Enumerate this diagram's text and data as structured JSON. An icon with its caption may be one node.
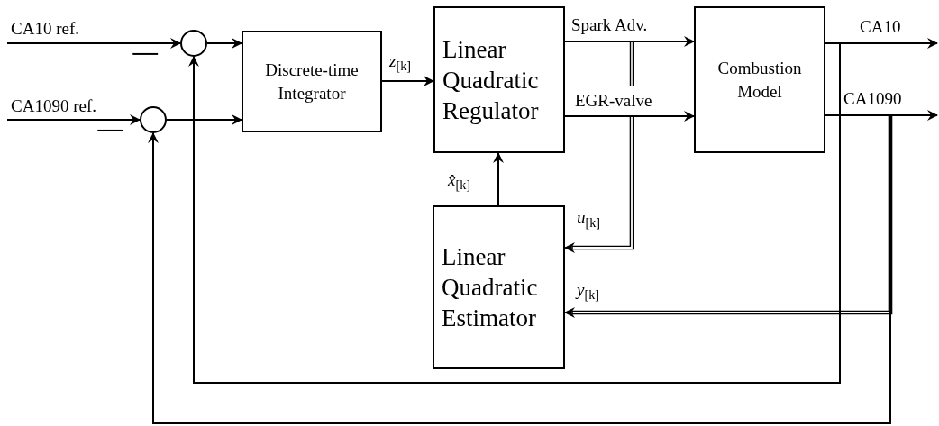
{
  "diagram": {
    "nodes": [
      {
        "text": [],
        "shape": "circle"
      },
      {
        "text": [],
        "shape": "circle"
      },
      {
        "text": [
          "Discrete-time Integrator"
        ]
      },
      {
        "text": [
          "Linear Quadratic Regulator"
        ]
      },
      {
        "text": [
          "Linear Quadratic Estimator"
        ]
      },
      {
        "text": [
          "Combustion Model"
        ]
      }
    ],
    "edges": [
      {
        "from": null,
        "to": 0,
        "arrow": "to",
        "label": "CA10 ref."
      },
      {
        "from": null,
        "to": 1,
        "arrow": "to",
        "label": "CA1090 ref."
      },
      {
        "from": 0,
        "to": 2,
        "arrow": "to"
      },
      {
        "from": 1,
        "to": 2,
        "arrow": "to"
      },
      {
        "from": 2,
        "to": 3,
        "arrow": "to",
        "label": "*z*$_{[k]}$"
      },
      {
        "from": 3,
        "to": 5,
        "arrow": "to",
        "label": "Spark Adv."
      },
      {
        "from": 3,
        "to": 5,
        "arrow": "to",
        "label": "EGR-valve"
      },
      {
        "from": 5,
        "to": null,
        "arrow": "to",
        "label": "CA10"
      },
      {
        "from": 5,
        "to": null,
        "arrow": "to",
        "label": "CA1090"
      },
      {
        "from": 4,
        "to": 3,
        "arrow": "to",
        "label": "*x̂*$_{[k]}$"
      },
      {
        "from": 3,
        "to": 4,
        "arrow": "to",
        "label": "*u*$_{[k]}$"
      },
      {
        "from": 5,
        "to": 4,
        "arrow": "to",
        "label": "*y*$_{[k]}$"
      },
      {
        "from": 5,
        "to": 0,
        "arrow": "to"
      },
      {
        "from": 5,
        "to": 1,
        "arrow": "to"
      }
    ],
    "labels": [
      "−",
      "−"
    ]
  }
}
